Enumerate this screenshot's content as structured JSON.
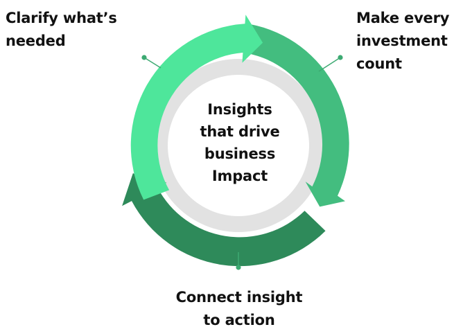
{
  "center": {
    "lines": [
      "Insights",
      "that drive",
      "business",
      "Impact"
    ]
  },
  "stages": [
    {
      "id": "clarify",
      "lines": [
        "Clarify what’s",
        "needed"
      ]
    },
    {
      "id": "invest",
      "lines": [
        "Make every",
        "investment",
        "count"
      ]
    },
    {
      "id": "connect",
      "lines": [
        "Connect insight",
        "to action"
      ]
    }
  ],
  "colors": {
    "arc_light": "#4ee69b",
    "arc_mid": "#43bd7f",
    "arc_dark": "#2e8a5a",
    "inner_ring": "#e2e2e2",
    "center_fill": "#ffffff",
    "connector": "#3daa72"
  }
}
